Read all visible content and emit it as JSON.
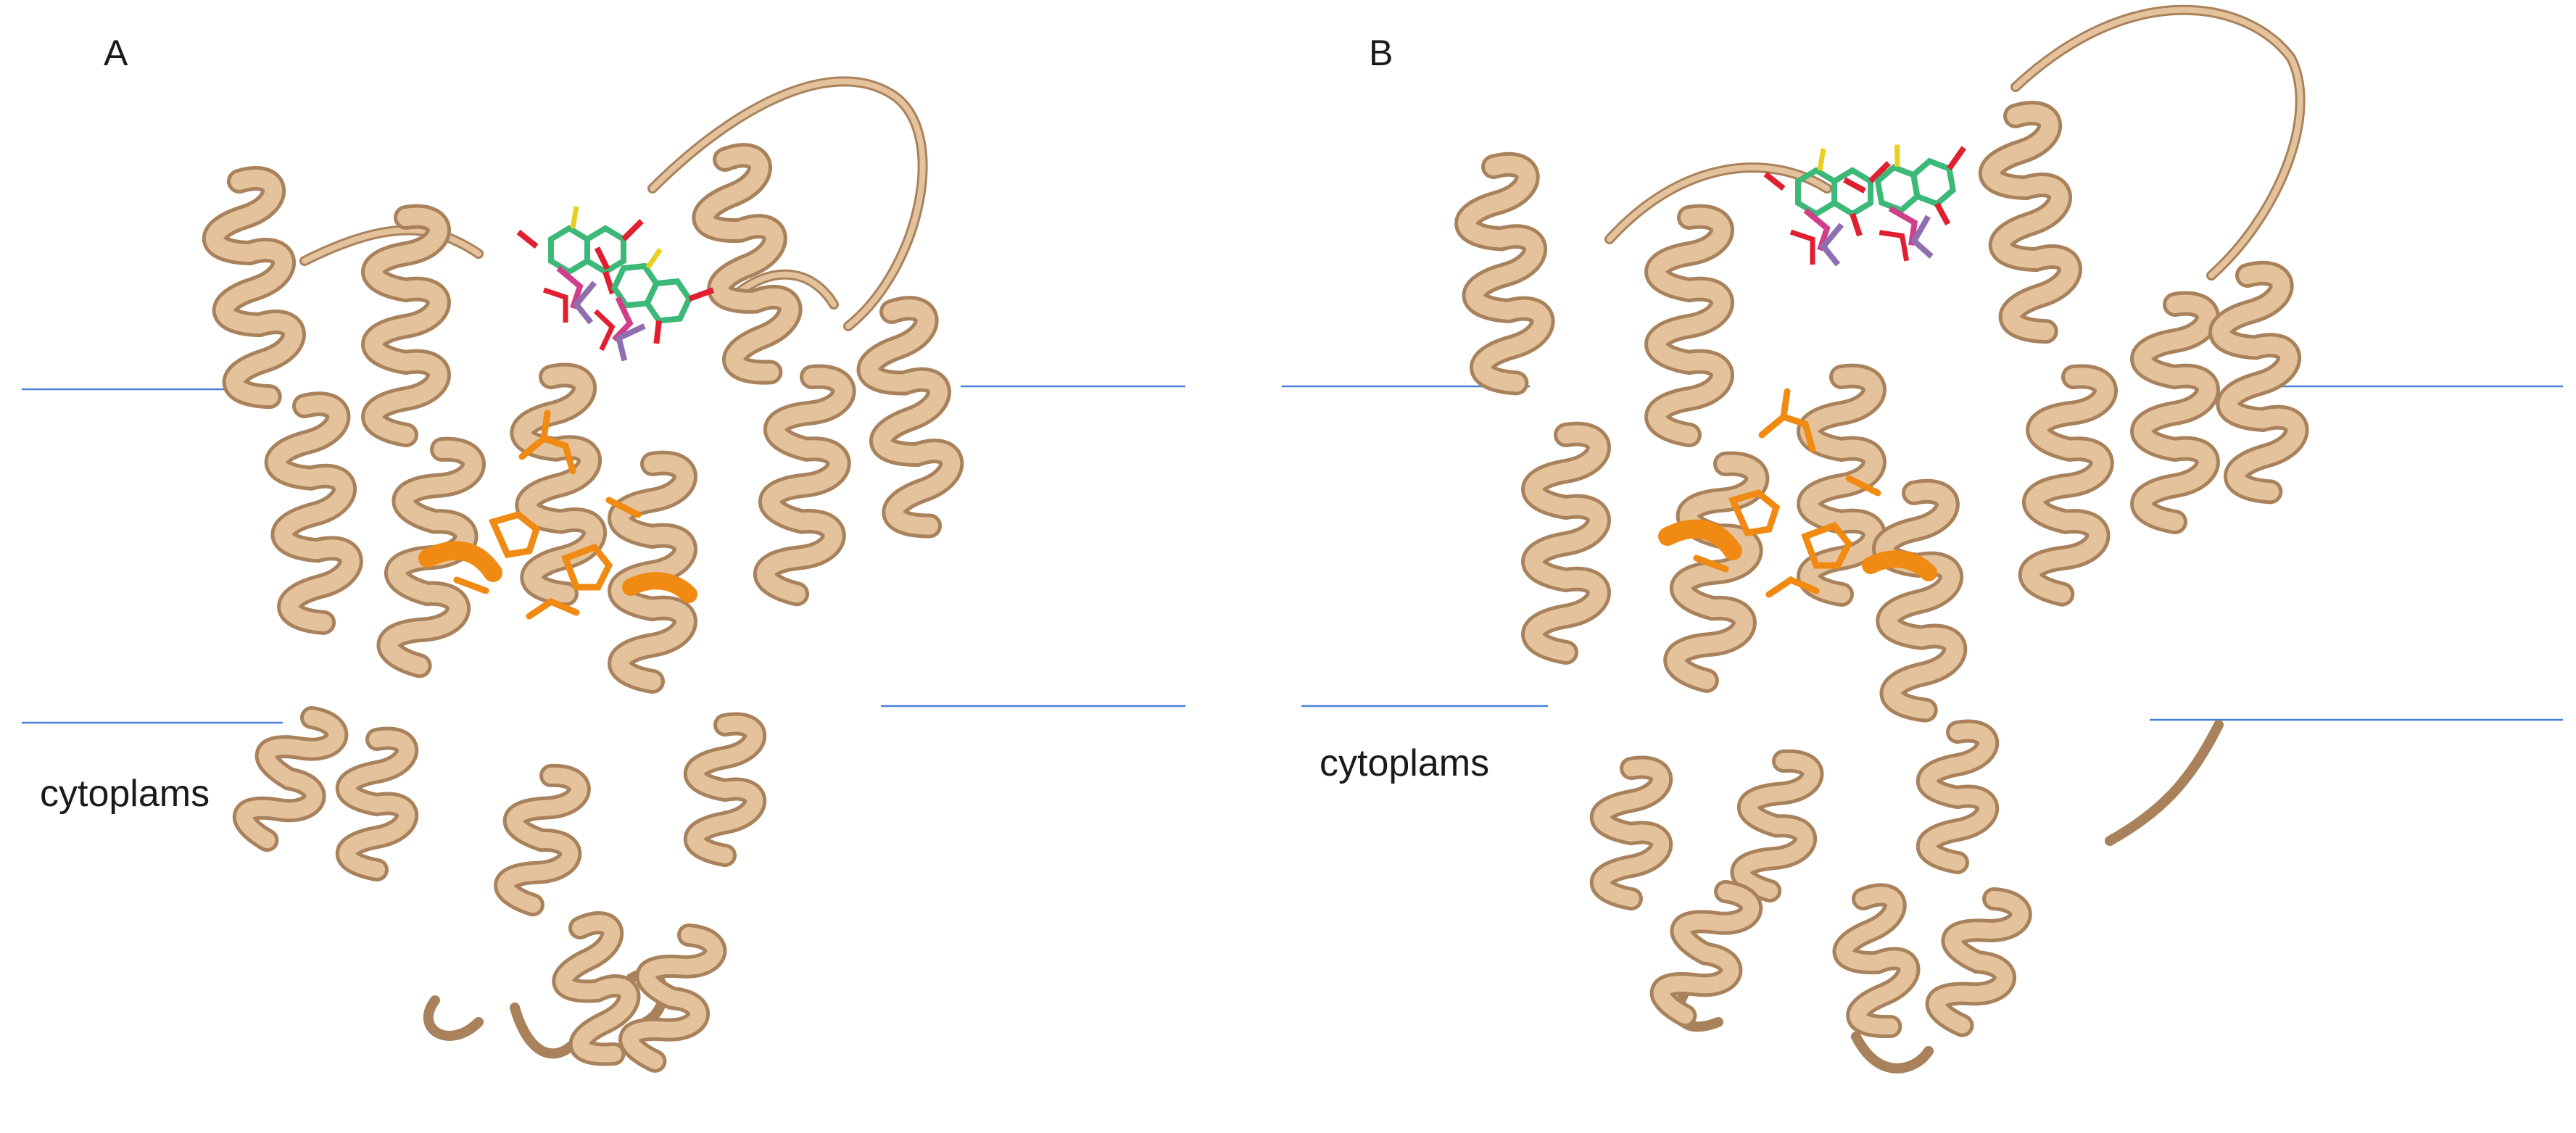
{
  "panels": [
    {
      "letter": "A",
      "side_label": "cytoplams"
    },
    {
      "letter": "B",
      "side_label": "cytoplams"
    }
  ],
  "colors": {
    "protein_ribbon": "#d8b48c",
    "protein_shadow": "#a9825c",
    "binding_residues": "#f08a12",
    "ligand_green": "#3cb878",
    "ligand_red": "#e02030",
    "ligand_pink": "#d0408a",
    "ligand_yellow": "#e8d020",
    "membrane_line": "#4a80d8"
  }
}
